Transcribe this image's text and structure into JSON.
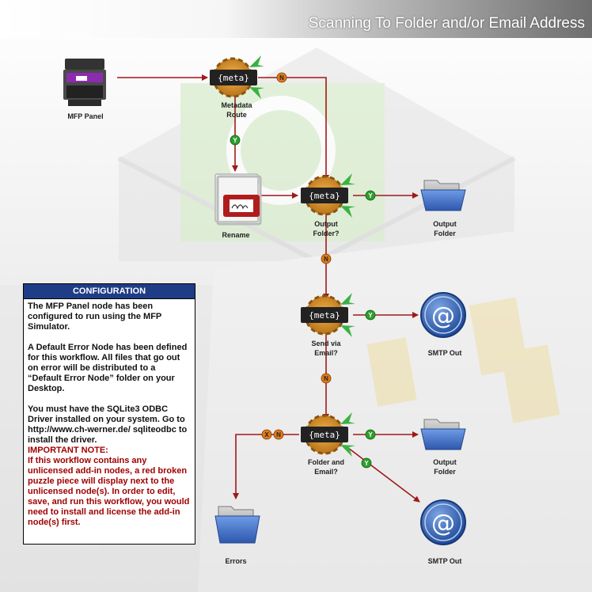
{
  "title": "Scanning To Folder and/or Email Address",
  "nodes": {
    "mfp_panel": "MFP Panel",
    "metadata_route": [
      "Metadata",
      "Route"
    ],
    "rename": "Rename",
    "output_folder_q": [
      "Output",
      "Folder?"
    ],
    "output_folder_1": [
      "Output",
      "Folder"
    ],
    "send_via_email": [
      "Send via",
      "Email?"
    ],
    "smtp_out_1": "SMTP Out",
    "folder_and_email": [
      "Folder and",
      "Email?"
    ],
    "output_folder_2": [
      "Output",
      "Folder"
    ],
    "smtp_out_2": "SMTP Out",
    "errors": "Errors"
  },
  "meta_label": "{meta}",
  "connector_letters": {
    "yes": "Y",
    "no": "N",
    "error": "X"
  },
  "config": {
    "heading": "CONFIGURATION",
    "paragraphs": [
      "The MFP Panel node has been configured to run using the MFP Simulator.",
      "A Default Error Node has been defined for this workflow. All files that go out on error will be distributed to a “Default Error Node” folder on your Desktop.",
      "You must have the SQLite3 ODBC Driver installed on your system. Go to http://www.ch-werner.de/ sqliteodbc to install the driver."
    ],
    "important_label": "IMPORTANT NOTE:",
    "important_text": "If this workflow contains any unlicensed add-in nodes, a red broken puzzle piece will display next to the unlicensed node(s). In order to edit, save, and run this workflow, you would need to install and license the add-in node(s) first."
  },
  "colors": {
    "connector": "#a01818",
    "yes_badge": "#2e9e2e",
    "no_badge": "#e07a1a",
    "panel_header": "#1f3d86",
    "folder_blue": "#3d6fc8",
    "email_circle": "#2f5fb0"
  }
}
